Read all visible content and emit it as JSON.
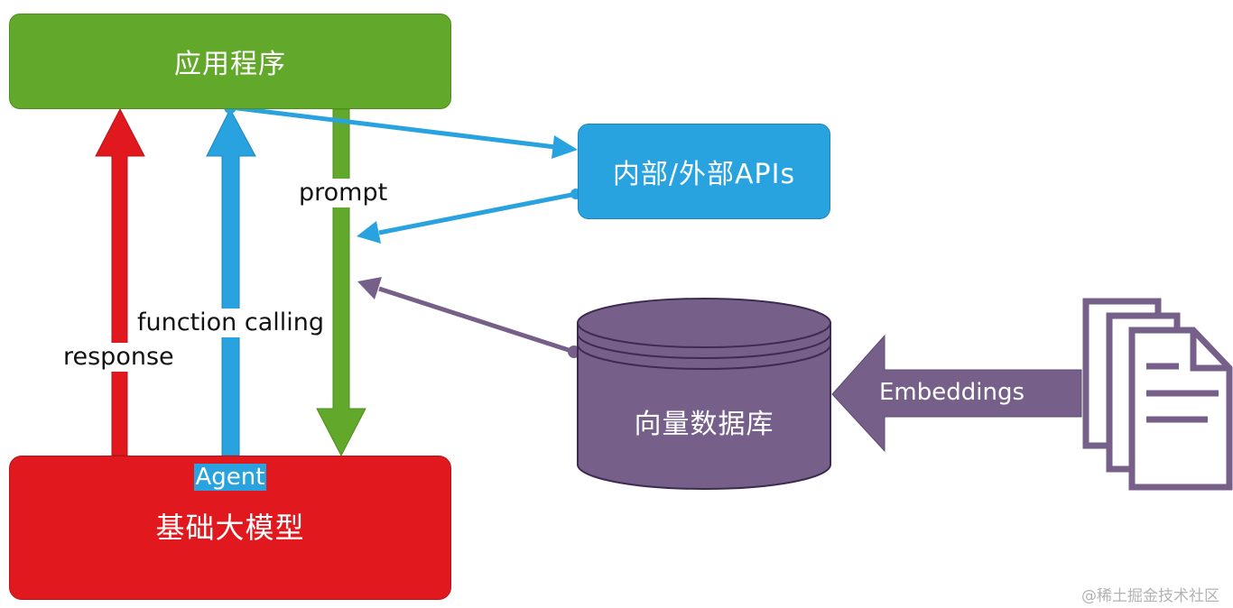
{
  "nodes": {
    "app": {
      "label": "应用程序",
      "color": "#62a82a"
    },
    "api": {
      "label": "内部/外部APIs",
      "color": "#28a3e0"
    },
    "model": {
      "tag": "Agent",
      "label": "基础大模型",
      "color": "#e1191e"
    },
    "vector_db": {
      "label": "向量数据库",
      "color": "#76608a"
    }
  },
  "edges": {
    "prompt": "prompt",
    "function_calling": "function calling",
    "response": "response",
    "embeddings": "Embeddings"
  },
  "icons": {
    "database": "database-cylinder-icon",
    "documents": "document-stack-icon"
  },
  "watermark": "@稀土掘金技术社区"
}
